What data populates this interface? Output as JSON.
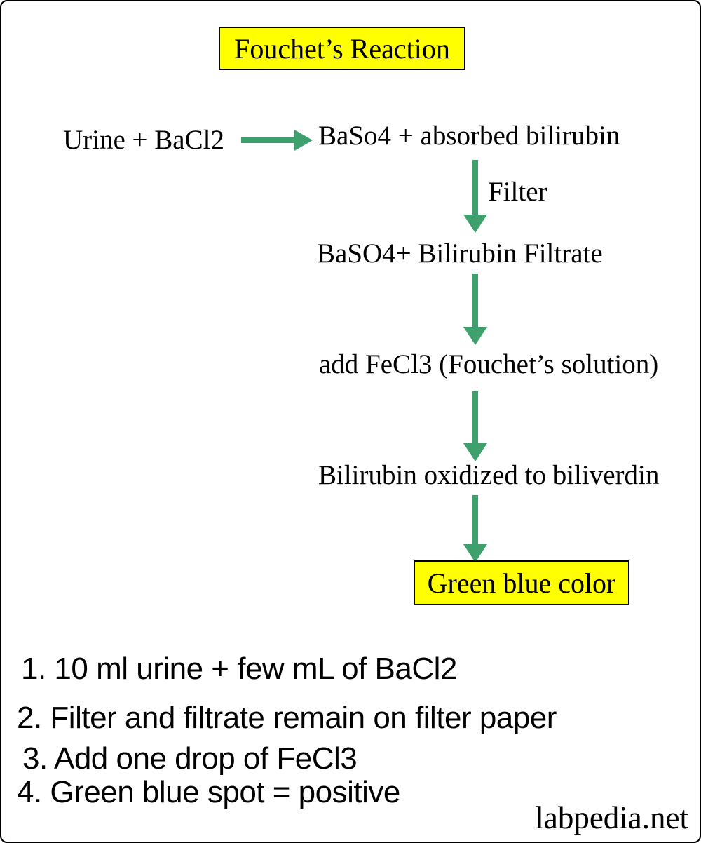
{
  "diagram": {
    "title": "Fouchet’s Reaction",
    "reactant": "Urine + BaCl2",
    "node_absorbed": "BaSo4 + absorbed bilirubin",
    "filter_label": "Filter",
    "node_filtrate": "BaSO4+ Bilirubin Filtrate",
    "node_fecl3": "add FeCl3 (Fouchet’s solution)",
    "node_oxidized": "Bilirubin oxidized to biliverdin",
    "result": "Green blue color"
  },
  "steps": [
    "1. 10 ml urine + few mL of BaCl2",
    "2. Filter and filtrate remain on filter paper",
    "3. Add one drop of FeCl3",
    "4. Green blue spot = positive"
  ],
  "watermark": "labpedia.net",
  "colors": {
    "arrow_green": "#3EA06C",
    "highlight_yellow": "#FFFF00",
    "border_black": "#000000"
  }
}
